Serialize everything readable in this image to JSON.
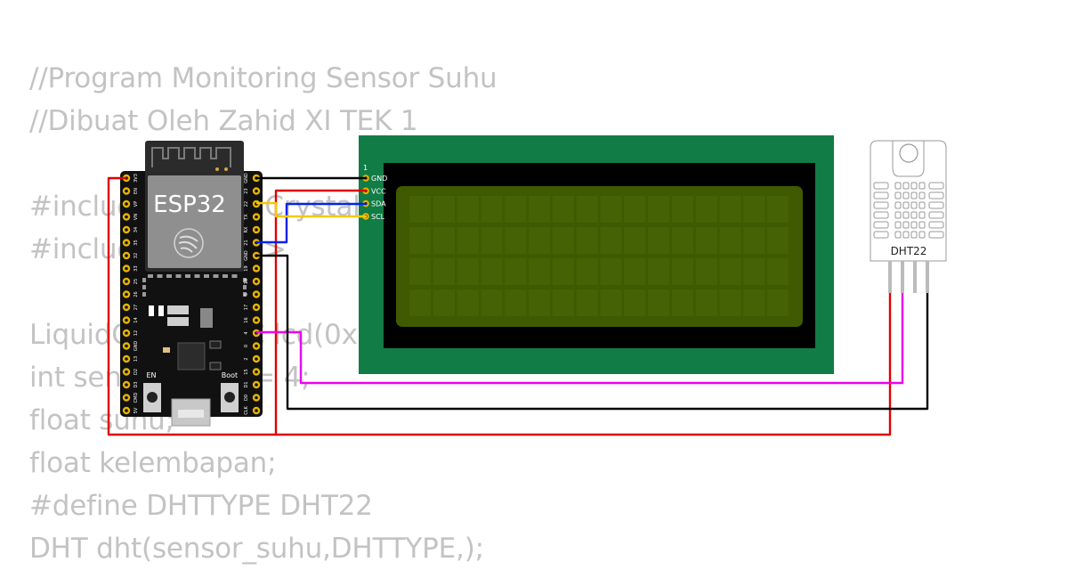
{
  "code": {
    "lines": [
      "//Program Monitoring Sensor Suhu",
      "//Dibuat Oleh Zahid XI TEK 1",
      "",
      "#include <LiquidCrystal_I2C.h>",
      "#include <DHT.h>",
      "",
      "LiquidCrystal_I2C lcd(0x27,16,2);",
      "int sensor_suhu = 4;",
      "float suhu;",
      "float kelembapan;",
      "#define DHTTYPE DHT22",
      "DHT dht(sensor_suhu,DHTTYPE,);"
    ]
  },
  "esp32": {
    "label": "ESP32",
    "en_label": "EN",
    "boot_label": "Boot",
    "left_pins": [
      "3V3",
      "EN",
      "VP",
      "VN",
      "34",
      "35",
      "32",
      "33",
      "25",
      "26",
      "27",
      "14",
      "12",
      "GND",
      "13",
      "D2",
      "D3",
      "CMD",
      "5V"
    ],
    "right_pins": [
      "GND",
      "23",
      "22",
      "TX",
      "RX",
      "21",
      "GND",
      "19",
      "18",
      "5",
      "17",
      "16",
      "4",
      "0",
      "2",
      "15",
      "D1",
      "D0",
      "CLK"
    ]
  },
  "lcd": {
    "pin_header_number": "1",
    "pins": [
      "GND",
      "VCC",
      "SDA",
      "SCL"
    ],
    "colors": {
      "pcb": "#117c45",
      "bezel": "#000000",
      "screen": "#3f5a00",
      "cell": "#4b6a07"
    }
  },
  "dht22": {
    "label": "DHT22"
  },
  "wires": {
    "gnd": "#000000",
    "vcc": "#e00000",
    "sda": "#0022ee",
    "scl": "#f7c800",
    "data": "#ee00ee"
  }
}
